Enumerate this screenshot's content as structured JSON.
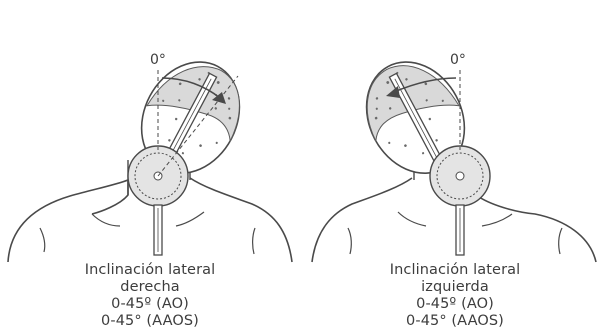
{
  "figure": {
    "left_panel": {
      "angle_zero_label": "0°",
      "caption_line1": "Inclinación lateral",
      "caption_line2": "derecha",
      "caption_line3": "0-45º (AO)",
      "caption_line4": "0-45° (AAOS)"
    },
    "right_panel": {
      "angle_zero_label": "0°",
      "caption_line1": "Inclinación lateral",
      "caption_line2": "izquierda",
      "caption_line3": "0-45º (AO)",
      "caption_line4": "0-45° (AAOS)"
    },
    "colors": {
      "line_art": "#4a4a4a",
      "hair_stipple": "#6a6a6a",
      "background": "#ffffff"
    }
  }
}
